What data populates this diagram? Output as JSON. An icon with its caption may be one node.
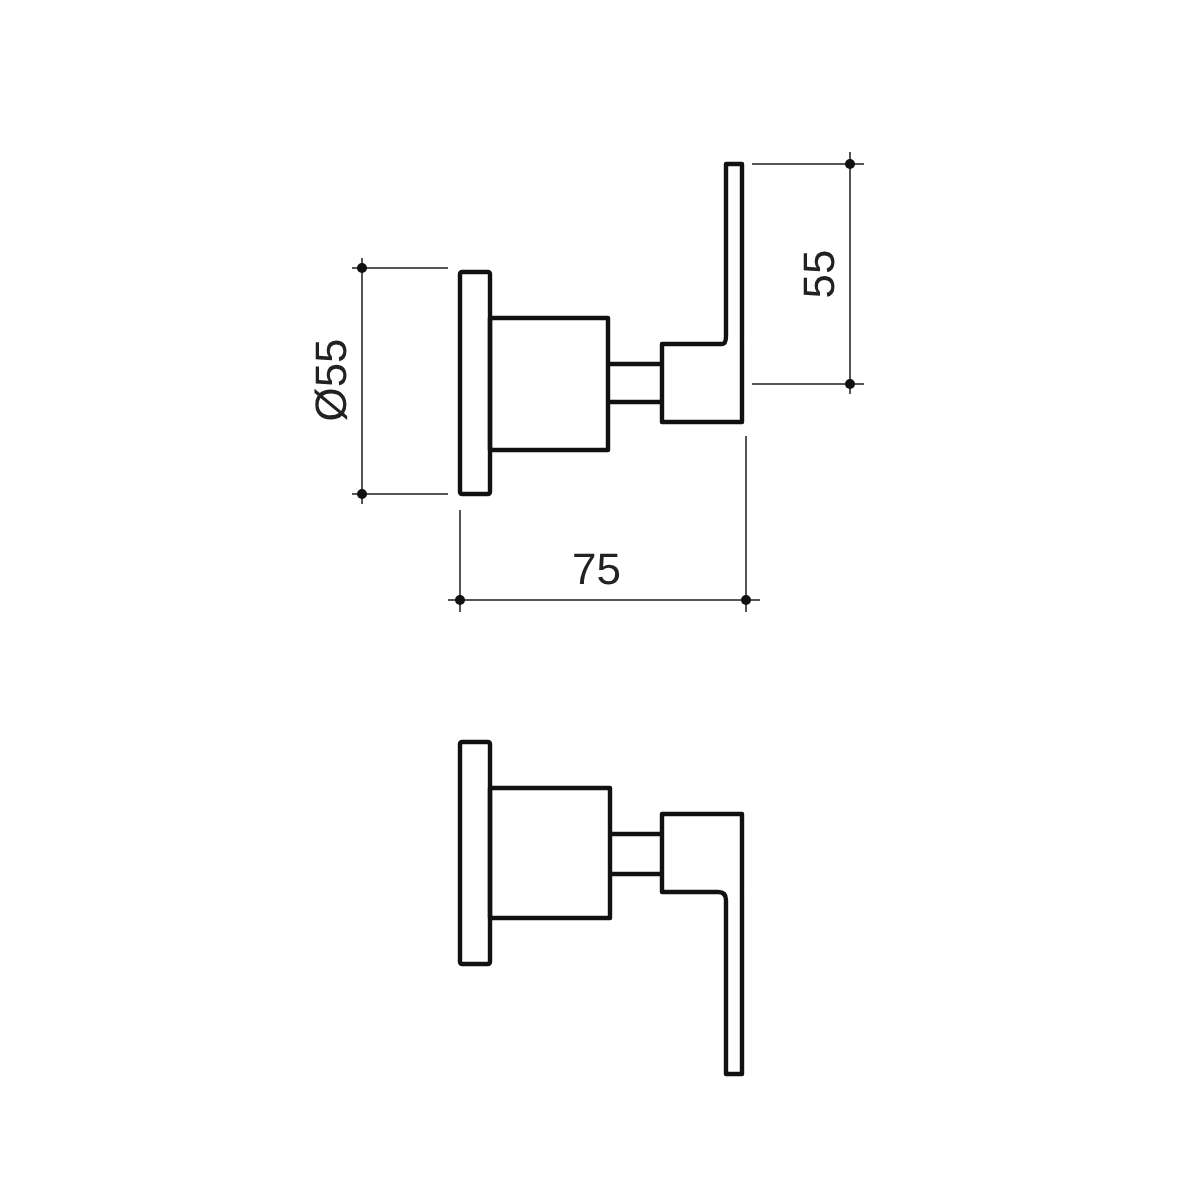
{
  "diagram": {
    "labels": [
      "Ø55",
      "55",
      "75"
    ]
  }
}
